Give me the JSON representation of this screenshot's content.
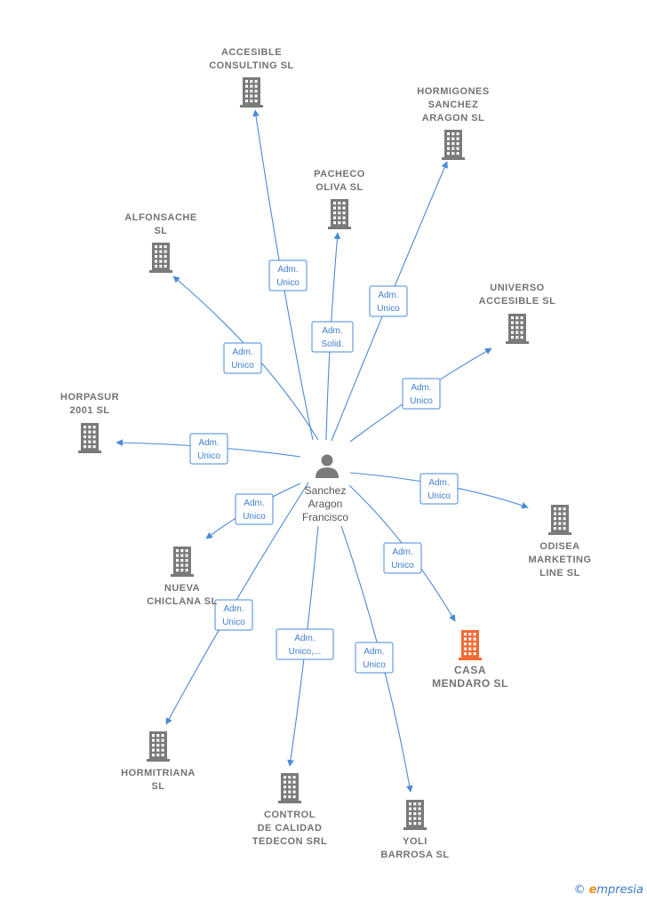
{
  "person": {
    "lines": [
      "Sanchez",
      "Aragon",
      "Francisco"
    ],
    "icon": "person-icon"
  },
  "colors": {
    "edge": "#4a8ad8",
    "building": "#7a7a7a",
    "building_highlight": "#f26a35"
  },
  "nodes": [
    {
      "id": "accesible-consulting",
      "lines": [
        "ACCESIBLE",
        "CONSULTING SL"
      ],
      "role_lines": [
        "Adm.",
        "Unico"
      ],
      "highlight": false
    },
    {
      "id": "hormigones-sanchez-aragon",
      "lines": [
        "HORMIGONES",
        "SANCHEZ",
        "ARAGON  SL"
      ],
      "role_lines": [
        "Adm.",
        "Unico"
      ],
      "highlight": false
    },
    {
      "id": "pacheco-oliva",
      "lines": [
        "PACHECO",
        "OLIVA  SL"
      ],
      "role_lines": [
        "Adm.",
        "Solid."
      ],
      "highlight": false
    },
    {
      "id": "alfonsache",
      "lines": [
        "ALFONSACHE",
        "SL"
      ],
      "role_lines": [
        "Adm.",
        "Unico"
      ],
      "highlight": false
    },
    {
      "id": "universo-accesible",
      "lines": [
        "UNIVERSO",
        "ACCESIBLE  SL"
      ],
      "role_lines": [
        "Adm.",
        "Unico"
      ],
      "highlight": false
    },
    {
      "id": "horpasur-2001",
      "lines": [
        "HORPASUR",
        "2001 SL"
      ],
      "role_lines": [
        "Adm.",
        "Unico"
      ],
      "highlight": false
    },
    {
      "id": "odisea-marketing-line",
      "lines": [
        "ODISEA",
        "MARKETING",
        "LINE SL"
      ],
      "role_lines": [
        "Adm.",
        "Unico"
      ],
      "highlight": false
    },
    {
      "id": "nueva-chiclana",
      "lines": [
        "NUEVA",
        "CHICLANA  SL"
      ],
      "role_lines": [
        "Adm.",
        "Unico"
      ],
      "highlight": false
    },
    {
      "id": "casa-mendaro",
      "lines": [
        "CASA",
        "MENDARO  SL"
      ],
      "role_lines": [
        "Adm.",
        "Unico"
      ],
      "highlight": true
    },
    {
      "id": "hormitriana",
      "lines": [
        "HORMITRIANA",
        "SL"
      ],
      "role_lines": [
        "Adm.",
        "Unico"
      ],
      "highlight": false
    },
    {
      "id": "control-calidad-tedecon",
      "lines": [
        "CONTROL",
        "DE CALIDAD",
        "TEDECON SRL"
      ],
      "role_lines": [
        "Adm.",
        "Unico,..."
      ],
      "highlight": false
    },
    {
      "id": "yoli-barrosa",
      "lines": [
        "YOLI",
        "BARROSA  SL"
      ],
      "role_lines": [
        "Adm.",
        "Unico"
      ],
      "highlight": false
    }
  ],
  "footer": {
    "copyright": "©",
    "brand_initial": "e",
    "brand_rest": "mpresia"
  }
}
